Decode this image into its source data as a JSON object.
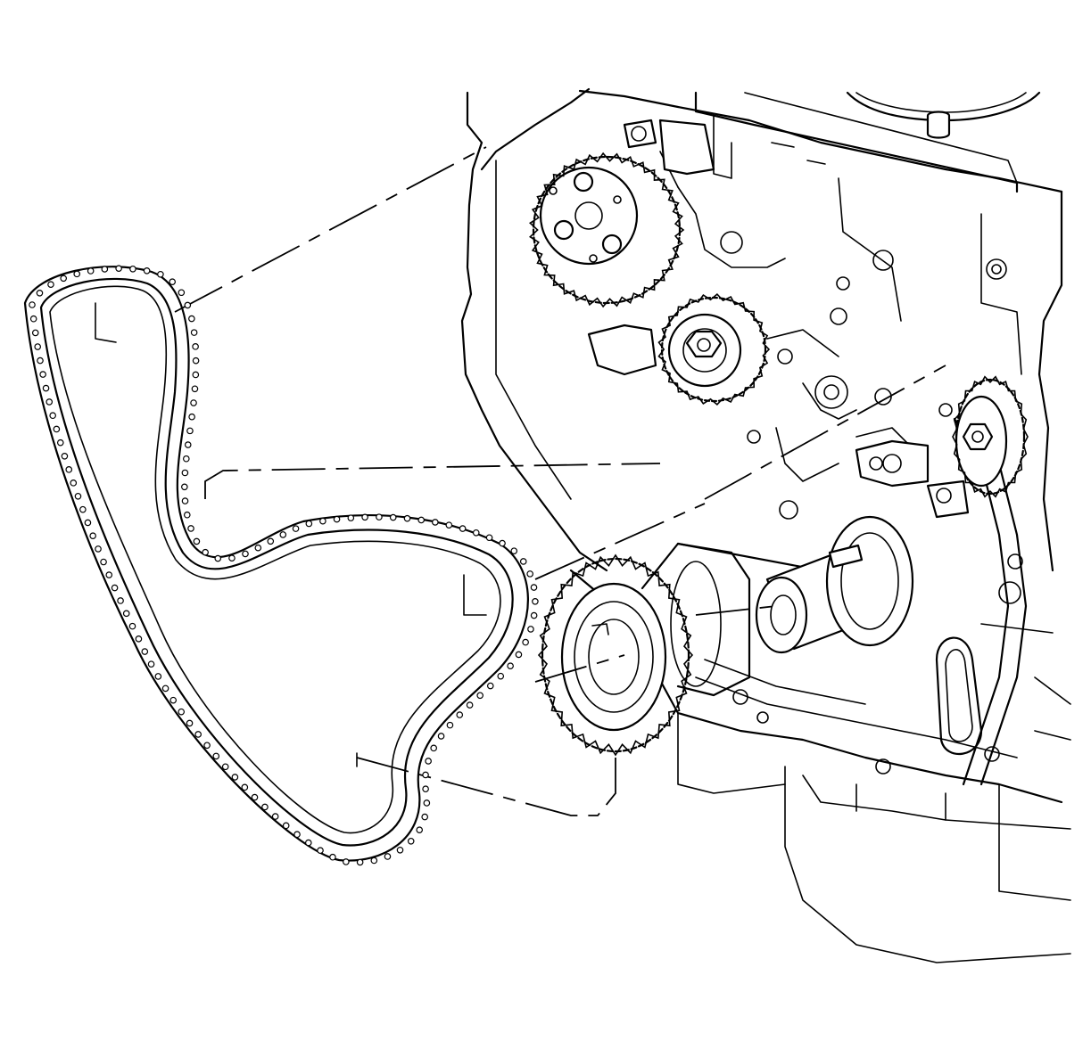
{
  "figure": {
    "kind": "line-drawing",
    "components": [
      "timing-chain",
      "crankshaft-sprocket",
      "camshaft-sprocket-left",
      "camshaft-sprocket-right",
      "idler-sprocket",
      "engine-block"
    ],
    "colors": {
      "line": "#000000",
      "background": "#ffffff"
    }
  }
}
